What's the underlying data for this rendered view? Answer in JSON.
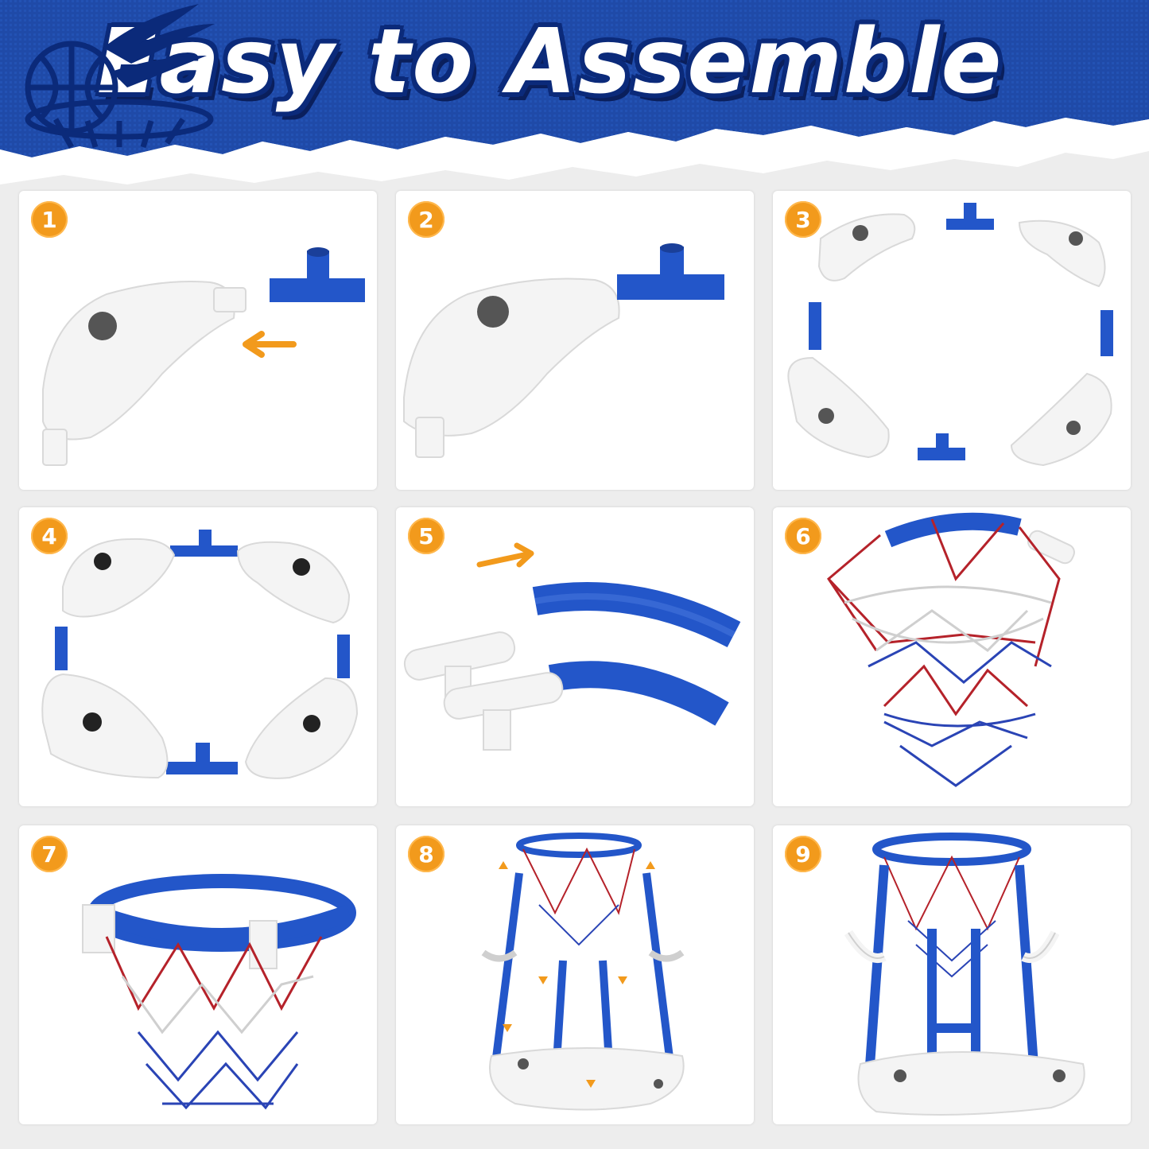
{
  "header": {
    "title": "Easy to Assemble",
    "bg_color": "#1f4aa8",
    "logo_icon": "basketball-fire-icon"
  },
  "colors": {
    "badge": "#f29a1c",
    "pipe_blue": "#2356c9",
    "white_part": "#f4f4f4",
    "net_red": "#b5222a",
    "net_blue": "#2a44b5",
    "arrow": "#f29a1c"
  },
  "steps": [
    {
      "number": "1",
      "illustration": "float-and-t-connector-icon"
    },
    {
      "number": "2",
      "illustration": "float-joined-connector-icon"
    },
    {
      "number": "3",
      "illustration": "four-floats-exploded-icon"
    },
    {
      "number": "4",
      "illustration": "four-floats-ring-icon"
    },
    {
      "number": "5",
      "illustration": "curved-rim-tubes-icon"
    },
    {
      "number": "6",
      "illustration": "rim-with-net-icon"
    },
    {
      "number": "7",
      "illustration": "hoop-assembled-icon"
    },
    {
      "number": "8",
      "illustration": "stand-exploded-icon"
    },
    {
      "number": "9",
      "illustration": "stand-complete-icon"
    }
  ]
}
